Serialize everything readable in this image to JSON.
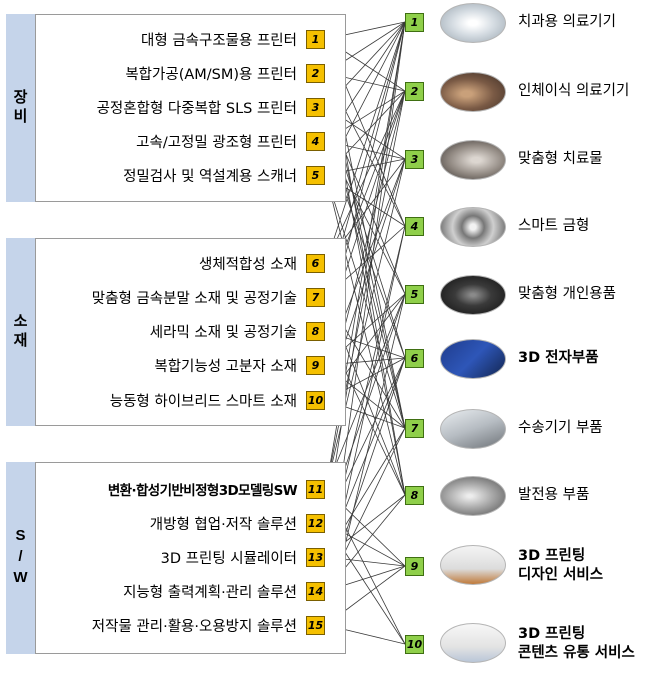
{
  "groups": [
    {
      "label": "장비",
      "id": "equipment"
    },
    {
      "label": "소재",
      "id": "material"
    },
    {
      "label": "S/W",
      "id": "software"
    }
  ],
  "left_items": [
    {
      "num": "1",
      "label": "대형 금속구조물용 프린터"
    },
    {
      "num": "2",
      "label": "복합가공(AM/SM)용 프린터"
    },
    {
      "num": "3",
      "label": "공정혼합형 다중복합 SLS 프린터"
    },
    {
      "num": "4",
      "label": "고속/고정밀 광조형 프린터"
    },
    {
      "num": "5",
      "label": "정밀검사 및 역설계용 스캐너"
    },
    {
      "num": "6",
      "label": "생체적합성 소재"
    },
    {
      "num": "7",
      "label": "맞춤형 금속분말 소재 및 공정기술"
    },
    {
      "num": "8",
      "label": "세라믹 소재 및 공정기술"
    },
    {
      "num": "9",
      "label": "복합기능성 고분자 소재"
    },
    {
      "num": "10",
      "label": "능동형 하이브리드 스마트 소재"
    },
    {
      "num": "11",
      "label": "변환·합성기반비정형3D모델링SW"
    },
    {
      "num": "12",
      "label": "개방형 협업·저작 솔루션"
    },
    {
      "num": "13",
      "label": "3D 프린팅 시뮬레이터"
    },
    {
      "num": "14",
      "label": "지능형 출력계획·관리 솔루션"
    },
    {
      "num": "15",
      "label": "저작물 관리·활용·오용방지 솔루션"
    }
  ],
  "right_items": [
    {
      "num": "1",
      "label": "치과용 의료기기",
      "icon": "dental-aligner-image"
    },
    {
      "num": "2",
      "label": "인체이식 의료기기",
      "icon": "implant-image"
    },
    {
      "num": "3",
      "label": "맞춤형 치료물",
      "icon": "custom-treatment-image"
    },
    {
      "num": "4",
      "label": "스마트 금형",
      "icon": "smart-mold-image"
    },
    {
      "num": "5",
      "label": "맞춤형 개인용품",
      "icon": "personal-goods-image"
    },
    {
      "num": "6",
      "label": "3D 전자부품",
      "icon": "electronic-board-image"
    },
    {
      "num": "7",
      "label": "수송기기 부품",
      "icon": "car-image"
    },
    {
      "num": "8",
      "label": "발전용 부품",
      "icon": "turbine-part-image"
    },
    {
      "num": "9",
      "label": "3D 프린팅\n디자인 서비스",
      "icon": "design-service-image"
    },
    {
      "num": "10",
      "label": "3D 프린팅\n콘텐츠 유통 서비스",
      "icon": "content-service-image"
    }
  ],
  "connections": [
    [
      1,
      1
    ],
    [
      1,
      2
    ],
    [
      1,
      4
    ],
    [
      1,
      7
    ],
    [
      1,
      8
    ],
    [
      2,
      1
    ],
    [
      2,
      2
    ],
    [
      2,
      4
    ],
    [
      2,
      7
    ],
    [
      2,
      8
    ],
    [
      3,
      1
    ],
    [
      3,
      3
    ],
    [
      3,
      5
    ],
    [
      3,
      6
    ],
    [
      3,
      7
    ],
    [
      4,
      1
    ],
    [
      4,
      2
    ],
    [
      4,
      3
    ],
    [
      4,
      5
    ],
    [
      4,
      6
    ],
    [
      5,
      1
    ],
    [
      5,
      2
    ],
    [
      5,
      3
    ],
    [
      5,
      4
    ],
    [
      5,
      7
    ],
    [
      5,
      8
    ],
    [
      6,
      1
    ],
    [
      6,
      2
    ],
    [
      6,
      3
    ],
    [
      7,
      1
    ],
    [
      7,
      2
    ],
    [
      7,
      4
    ],
    [
      7,
      7
    ],
    [
      7,
      8
    ],
    [
      8,
      1
    ],
    [
      8,
      2
    ],
    [
      8,
      6
    ],
    [
      8,
      8
    ],
    [
      9,
      3
    ],
    [
      9,
      5
    ],
    [
      9,
      6
    ],
    [
      9,
      7
    ],
    [
      10,
      2
    ],
    [
      10,
      3
    ],
    [
      10,
      5
    ],
    [
      10,
      6
    ],
    [
      10,
      7
    ],
    [
      11,
      1
    ],
    [
      11,
      2
    ],
    [
      11,
      3
    ],
    [
      11,
      5
    ],
    [
      11,
      9
    ],
    [
      11,
      10
    ],
    [
      12,
      1
    ],
    [
      12,
      5
    ],
    [
      12,
      6
    ],
    [
      12,
      9
    ],
    [
      12,
      10
    ],
    [
      13,
      4
    ],
    [
      13,
      6
    ],
    [
      13,
      7
    ],
    [
      13,
      8
    ],
    [
      13,
      9
    ],
    [
      14,
      1
    ],
    [
      14,
      4
    ],
    [
      14,
      6
    ],
    [
      14,
      7
    ],
    [
      14,
      8
    ],
    [
      14,
      9
    ],
    [
      15,
      5
    ],
    [
      15,
      9
    ],
    [
      15,
      10
    ]
  ]
}
